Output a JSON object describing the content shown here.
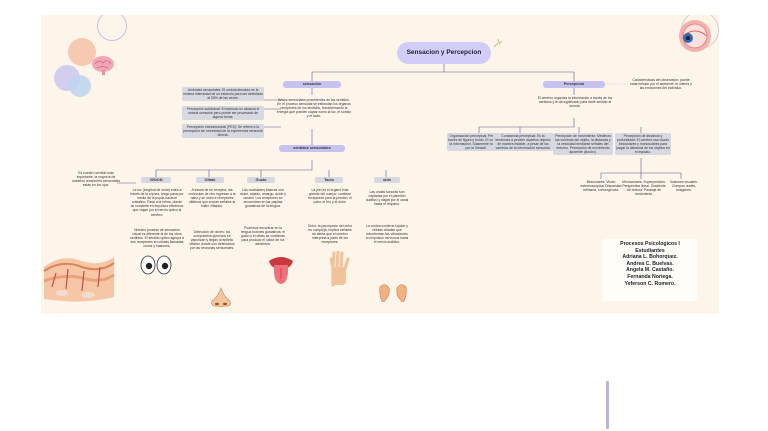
{
  "title": "Sensacion y Percepcion",
  "sensacion": {
    "label": "sensacion",
    "definition": "Bases sensoriales procedentes de los sentidos. En el proceso sensorial se estimulan los órganos receptores de los sentidos, transformando la energía que pueden captar como la luz, el sonido y el tacto.",
    "side_notes": [
      "Umbrales sensoriales: El umbral absoluto es la mínima intensidad de un estímulo para ser detectado el 50% de las veces.",
      "Percepción subliminal: El estímulo no alcanza el umbral sensorial pero puede ser procesado de alguna forma.",
      "Percepción extrasensorial (PES): Se refiere a la percepción sin necesidad de la experiencia sensorial directa."
    ]
  },
  "sentidos": {
    "label": "sentidos sensoriales",
    "left_note": "Es nuestro sentido más importante, la mayoría de nuestros receptores sensoriales están en los ojos.",
    "items": [
      {
        "name": "VISION",
        "text": "La luz (longitud de onda) entra a través de la córnea, luego pasa por medio de la pupila hacia el cristalino. Pasa a la retina, donde se convierte en impulsos eléctricos que viajan por el nervio óptico al cerebro.",
        "text2": "Nuestro proceso de sensación visual es diferente al de los otros sentidos. El sentido óptico agrupa a sus receptores en células llamadas conos y bastones."
      },
      {
        "name": "Olfato",
        "text": "A través de un receptor, las moléculas de olor ingresan a la nariz y se unen a receptores olfativos que envían señales al bulbo olfatorio.",
        "text2": "Detección de olores: los compuestos químicos se vaporizan y llegan al epitelio olfativo donde son detectados por las neuronas sensoriales."
      },
      {
        "name": "Gusto",
        "text": "Las cualidades básicas son dulce, salado, amargo, ácido y umami. Los receptores se encuentran en las papilas gustativas de la lengua.",
        "text2": "Podemos encontrar en la lengua botones gustativos; el gusto y el olfato se combinan para producir el sabor de los alimentos."
      },
      {
        "name": "Tacto",
        "text": "La piel es el órgano más grande del cuerpo; contiene receptores para la presión, el calor, el frío y el dolor.",
        "text2": "Dolor: la percepción del dolor es compleja; implica señales de alerta que el cerebro interpreta a partir de los receptores."
      },
      {
        "name": "oido",
        "text": "Las ondas sonoras son captadas por el pabellón auditivo y viajan por el canal hasta el tímpano.",
        "text2": "La cóclea contiene líquido y células ciliadas que transforman las vibraciones en impulsos nerviosos hacia el nervio auditivo."
      }
    ]
  },
  "percepcion": {
    "label": "Percepcion",
    "definition": "El cerebro organiza la información a través de los sentidos y le da significado para darle sentido al mundo.",
    "side_note": "Características del observador: puede estar influido por el ambiente, el interés y las emociones del individuo.",
    "items": [
      {
        "text": "Organización perceptual: Permite a través de figura y fondo. El cual tiene la información. Solamente notables por la Gestalt."
      },
      {
        "text": "Constancia perceptual: Es la tendencia a percibir aquellos objetos de manera estable, a pesar de los cambios de la información sensorial."
      },
      {
        "text": "Percepción de movimiento: Medimos las sombras del objeto, la distancia y la velocidad mediante señales del entorno. Percepción de movimiento aparente (ilusión)."
      },
      {
        "text": "Percepción de distancia y profundidad: El cerebro usa claves binoculares y monoculares para juzgar la distancia de los objetos en el espacio."
      }
    ],
    "subitems": [
      "Binoculares: Visión estereoscópica. Disparidad retiniana, convergencia.",
      "Monoculares: Superposición. Perspectiva lineal. Gradiente de textura. Paralaje de movimiento.",
      "Ilusiones visuales: Cuerpos reales, imágenes."
    ]
  },
  "info": {
    "lines": [
      "Procesos Psicologicos I",
      "Estudiantes",
      "Adriana L. Bohorquez.",
      "Andrea C. Buelvas.",
      "Angela M. Castaño.",
      "Fernanda Noriega.",
      "Yeferson C. Romero."
    ]
  },
  "colors": {
    "background": "#fdf5ea",
    "title_pill": "#d2cdf8",
    "node_gray": "#d6d9e2",
    "node_lavender": "#c8c2f0",
    "line": "#5a5a8a"
  }
}
